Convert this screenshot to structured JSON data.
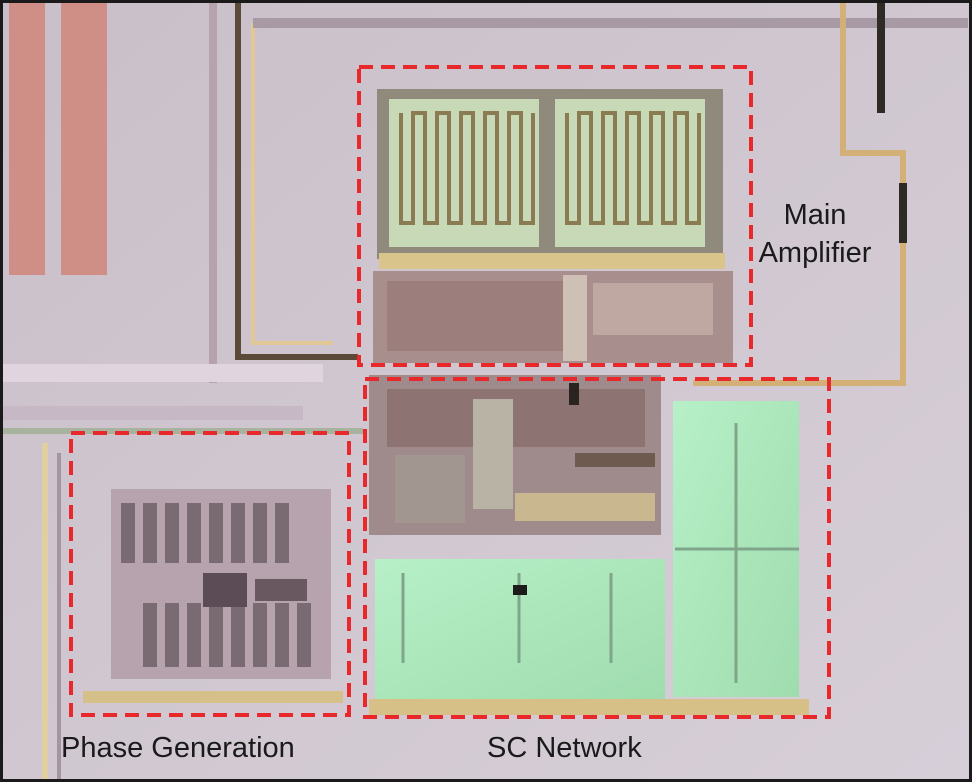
{
  "figure": {
    "labels": {
      "main_amplifier_line1": "Main",
      "main_amplifier_line2": "Amplifier",
      "phase_generation": "Phase Generation",
      "sc_network": "SC Network"
    },
    "colors": {
      "substrate": "#cfc6cf",
      "metal": "#d8b98a",
      "poly": "#b6a4a6",
      "capacitor": "#b9ecc6",
      "dashed_box": "#e8282b",
      "frame": "#1a1a1a"
    }
  }
}
